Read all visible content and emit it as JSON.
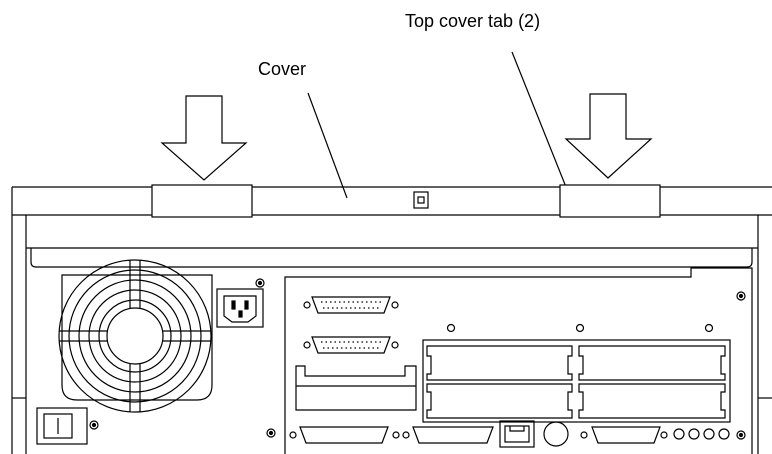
{
  "labels": {
    "cover": "Cover",
    "top_cover_tab": "Top cover tab (2)"
  },
  "colors": {
    "stroke": "#000000",
    "background": "#ffffff"
  },
  "components": {
    "arrows": [
      "down-arrow-icon",
      "down-arrow-icon"
    ],
    "fan": "fan-grille-icon",
    "power_inlet": "power-inlet-icon",
    "power_switch": "power-switch-icon",
    "serial_ports": 2,
    "expansion_slots": 4,
    "network_port": "rj45-port-icon"
  }
}
